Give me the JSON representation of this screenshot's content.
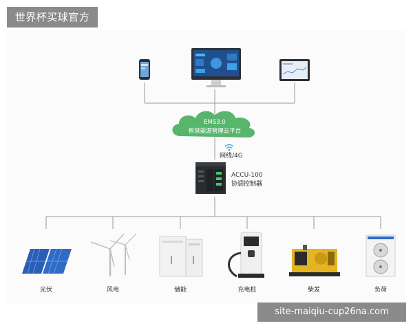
{
  "watermark_top": "世界杯买球官方",
  "watermark_bottom": "site-maiqiu-cup26na.com",
  "cloud": {
    "line1": "EMS3.0",
    "line2": "智慧能源管理云平台"
  },
  "network_label": "网线/4G",
  "controller": {
    "line1": "ACCU-100",
    "line2": "协调控制器"
  },
  "top_devices": [
    {
      "name": "phone-icon"
    },
    {
      "name": "monitor-icon"
    },
    {
      "name": "tablet-icon"
    }
  ],
  "bottom_devices": [
    {
      "label": "光伏",
      "icon": "solar-panel-icon"
    },
    {
      "label": "风电",
      "icon": "wind-turbine-icon"
    },
    {
      "label": "储能",
      "icon": "battery-cabinet-icon"
    },
    {
      "label": "充电桩",
      "icon": "charging-pile-icon"
    },
    {
      "label": "柴发",
      "icon": "diesel-generator-icon"
    },
    {
      "label": "负荷",
      "icon": "ac-unit-icon"
    }
  ],
  "colors": {
    "cloud": "#4caf6a",
    "line": "#9a9a9a",
    "tag_bg": "#8a8a8a"
  }
}
